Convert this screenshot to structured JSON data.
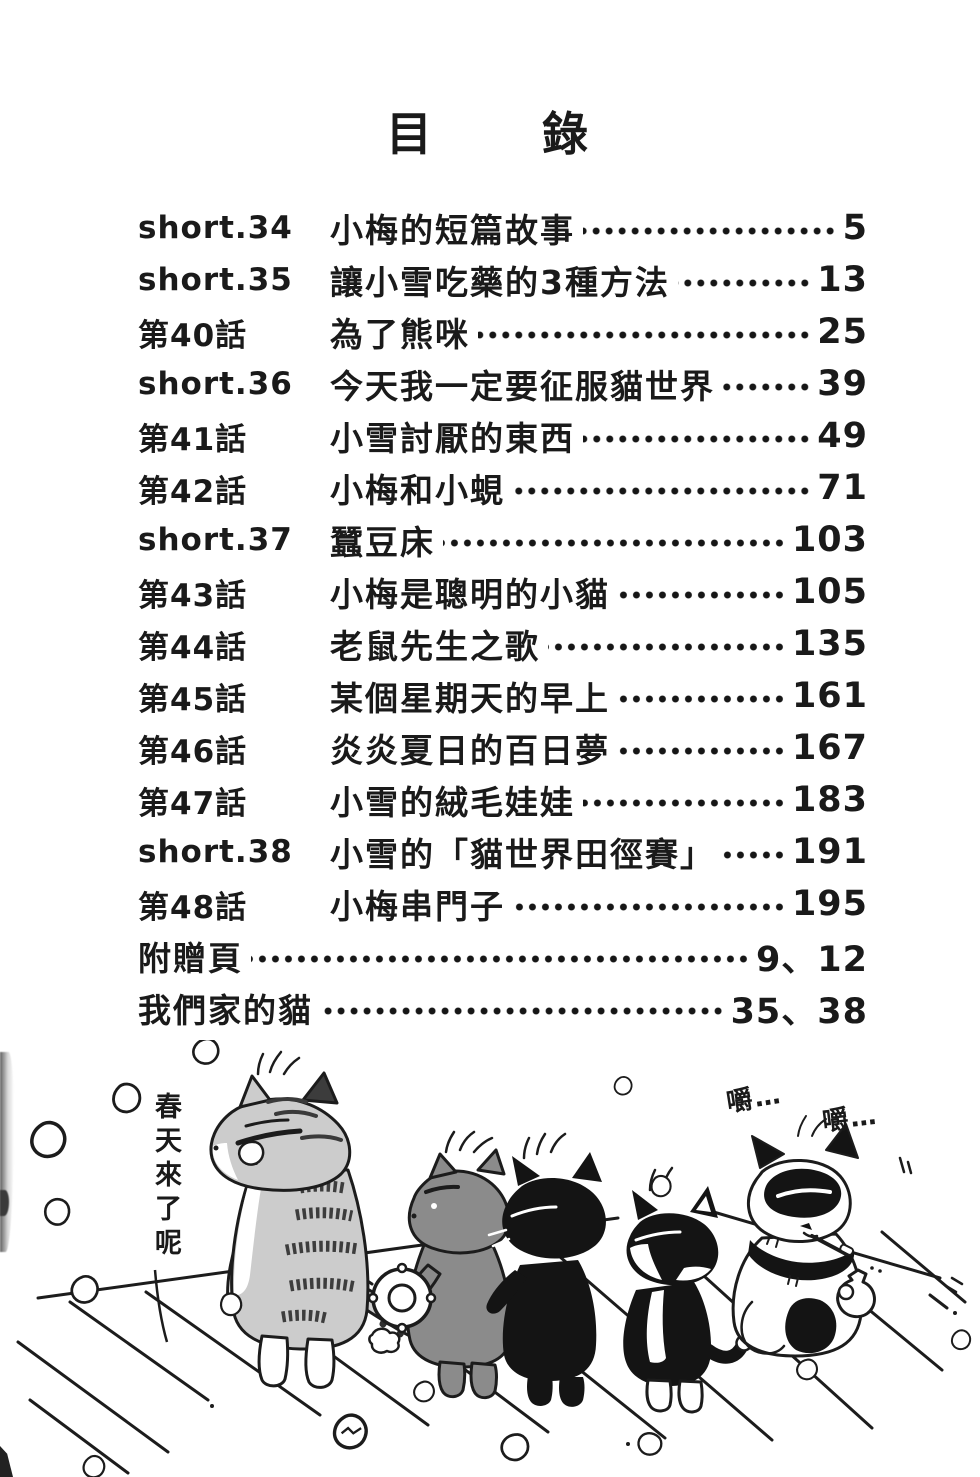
{
  "page": {
    "title": "目　　錄"
  },
  "toc": {
    "entries": [
      {
        "label": "short.34",
        "title": "小梅的短篇故事",
        "page": "5"
      },
      {
        "label": "short.35",
        "title": "讓小雪吃藥的3種方法",
        "page": "13"
      },
      {
        "label": "第40話",
        "title": "為了熊咪",
        "page": "25"
      },
      {
        "label": "short.36",
        "title": "今天我一定要征服貓世界",
        "page": "39"
      },
      {
        "label": "第41話",
        "title": "小雪討厭的東西",
        "page": "49"
      },
      {
        "label": "第42話",
        "title": "小梅和小蜆",
        "page": "71"
      },
      {
        "label": "short.37",
        "title": "蠶豆床",
        "page": "103"
      },
      {
        "label": "第43話",
        "title": "小梅是聰明的小貓",
        "page": "105"
      },
      {
        "label": "第44話",
        "title": "老鼠先生之歌",
        "page": "135"
      },
      {
        "label": "第45話",
        "title": "某個星期天的早上",
        "page": "161"
      },
      {
        "label": "第46話",
        "title": "炎炎夏日的百日夢",
        "page": "167"
      },
      {
        "label": "第47話",
        "title": "小雪的絨毛娃娃",
        "page": "183"
      },
      {
        "label": "short.38",
        "title": "小雪的「貓世界田徑賽」",
        "page": "191"
      },
      {
        "label": "第48話",
        "title": "小梅串門子",
        "page": "195"
      },
      {
        "label": "",
        "title": "附贈頁",
        "page": "9、12"
      },
      {
        "label": "",
        "title": "我們家的貓",
        "page": "35、38"
      }
    ]
  },
  "illustration": {
    "speech_left": "春天來了呢",
    "sfx_chew_1": "嚼…",
    "sfx_chew_2": "嚼…",
    "elements": [
      "tabby-cat",
      "gray-cat-with-wreath",
      "black-cat",
      "tuxedo-cat",
      "panda-cat-eating",
      "sakura-petals",
      "wooden-deck"
    ]
  },
  "colors": {
    "ink": "#1a1a1a",
    "paper": "#ffffff",
    "tabby_gray": "#cccccc",
    "cat_gray": "#8b8b8b",
    "cat_black": "#141414"
  }
}
